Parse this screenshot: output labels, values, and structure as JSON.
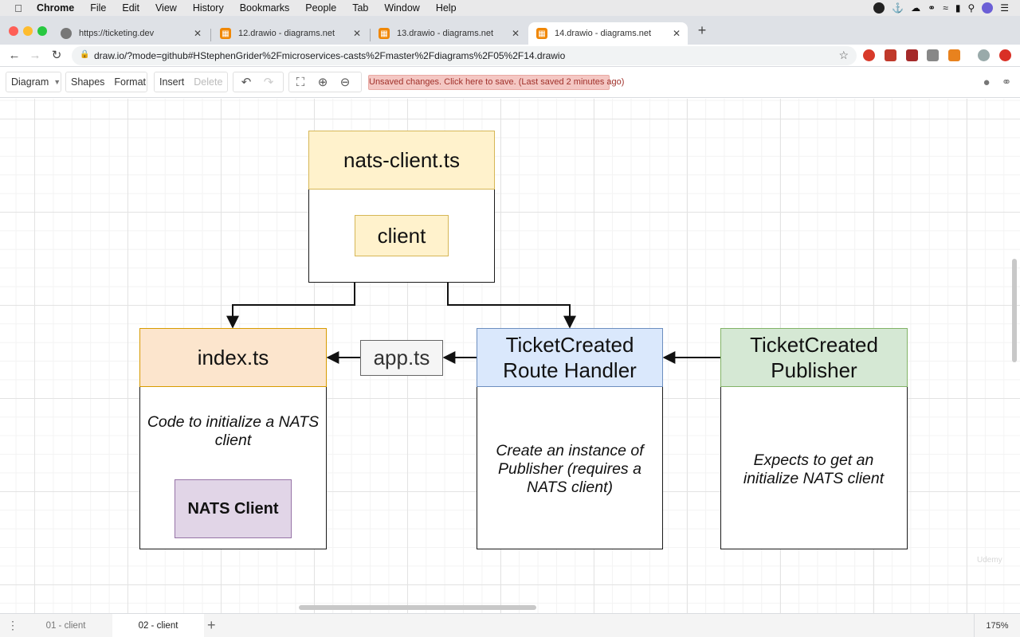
{
  "menubar": {
    "app": "Chrome",
    "items": [
      "File",
      "Edit",
      "View",
      "History",
      "Bookmarks",
      "People",
      "Tab",
      "Window",
      "Help"
    ],
    "right_icons": [
      "record-icon",
      "docker-icon",
      "cloud-icon",
      "glasses-icon",
      "wifi-icon",
      "battery-icon",
      "search-icon",
      "siri-icon",
      "list-icon"
    ]
  },
  "browser": {
    "tabs": [
      {
        "label": "https://ticketing.dev",
        "active": false
      },
      {
        "label": "12.drawio - diagrams.net",
        "active": false
      },
      {
        "label": "13.drawio - diagrams.net",
        "active": false
      },
      {
        "label": "14.drawio - diagrams.net",
        "active": true
      }
    ],
    "url": "draw.io/?mode=github#HStephenGrider%2Fmicroservices-casts%2Fmaster%2Fdiagrams%2F05%2F14.drawio"
  },
  "toolbar": {
    "diagram": "Diagram",
    "shapes": "Shapes",
    "format": "Format",
    "insert": "Insert",
    "delete": "Delete",
    "unsaved": "Unsaved changes. Click here to save. (Last saved 2 minutes ago)"
  },
  "diagram": {
    "nats_client_file": "nats-client.ts",
    "nats_client_inner": "client",
    "index_file": "index.ts",
    "index_desc": "Code to initialize a NATS client",
    "index_inner": "NATS Client",
    "app_file": "app.ts",
    "route_handler_line1": "TicketCreated",
    "route_handler_line2": "Route Handler",
    "route_handler_desc": "Create an instance of Publisher (requires a NATS client)",
    "publisher_line1": "TicketCreated",
    "publisher_line2": "Publisher",
    "publisher_desc": "Expects to get an initialize NATS client"
  },
  "pages": {
    "tabs": [
      "01 - client",
      "02 - client"
    ],
    "active": "02 - client",
    "zoom": "175%"
  },
  "colors": {
    "yellow_fill": "#fff2cc",
    "orange_fill": "#fce5cd",
    "blue_fill": "#dae8fc",
    "green_fill": "#d5e8d4",
    "purple_fill": "#e1d5e7",
    "grey_fill": "#f5f5f5",
    "unsaved_bg": "#f4c7c3"
  },
  "watermark": "Udemy"
}
